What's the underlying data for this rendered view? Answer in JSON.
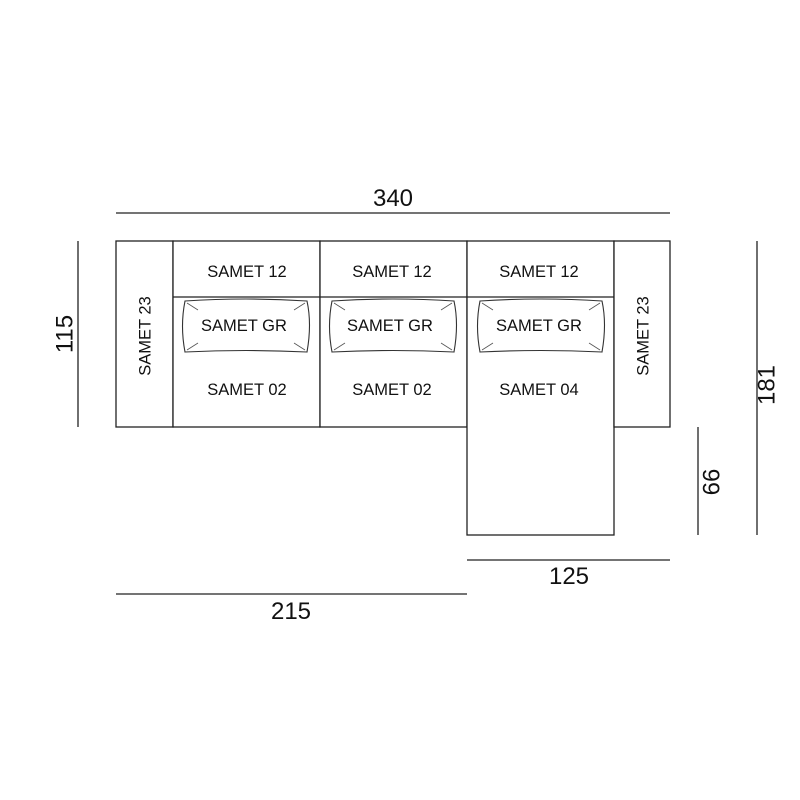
{
  "dimensions": {
    "total_width": "340",
    "left_width": "215",
    "chaise_width": "125",
    "depth": "115",
    "total_depth": "181",
    "chaise_extension": "66"
  },
  "modules": {
    "left_arm": "SAMET 23",
    "right_arm": "SAMET 23",
    "seat1": {
      "back": "SAMET 12",
      "pillow": "SAMET GR",
      "seat": "SAMET 02"
    },
    "seat2": {
      "back": "SAMET 12",
      "pillow": "SAMET GR",
      "seat": "SAMET 02"
    },
    "chaise": {
      "back": "SAMET 12",
      "pillow": "SAMET GR",
      "seat": "SAMET 04"
    }
  }
}
